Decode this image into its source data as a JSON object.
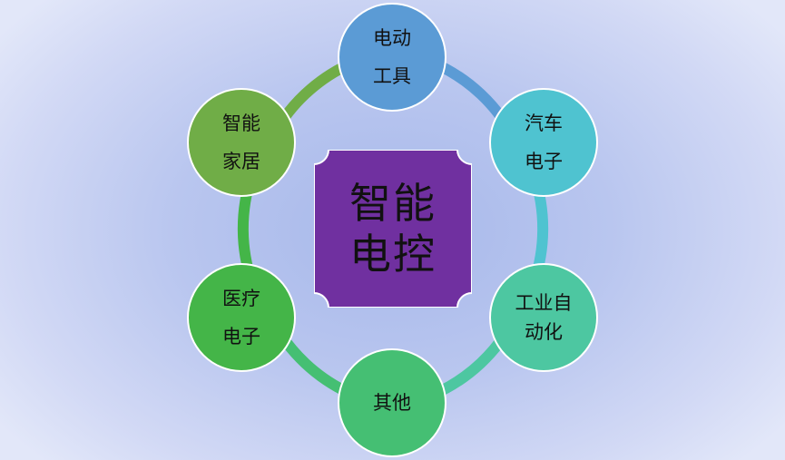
{
  "center": {
    "line1": "智能",
    "line2": "电控",
    "color": "#7030a0"
  },
  "nodes": [
    {
      "lines": [
        "电动",
        "工具"
      ],
      "color": "#5b9bd5"
    },
    {
      "lines": [
        "汽车",
        "电子"
      ],
      "color": "#4fc3d0"
    },
    {
      "lines": [
        "工业自",
        "动化"
      ],
      "color": "#4dc7a1"
    },
    {
      "lines": [
        "其他"
      ],
      "color": "#45bf73"
    },
    {
      "lines": [
        "医疗",
        "电子"
      ],
      "color": "#44b548"
    },
    {
      "lines": [
        "智能",
        "家居"
      ],
      "color": "#70ad47"
    }
  ]
}
